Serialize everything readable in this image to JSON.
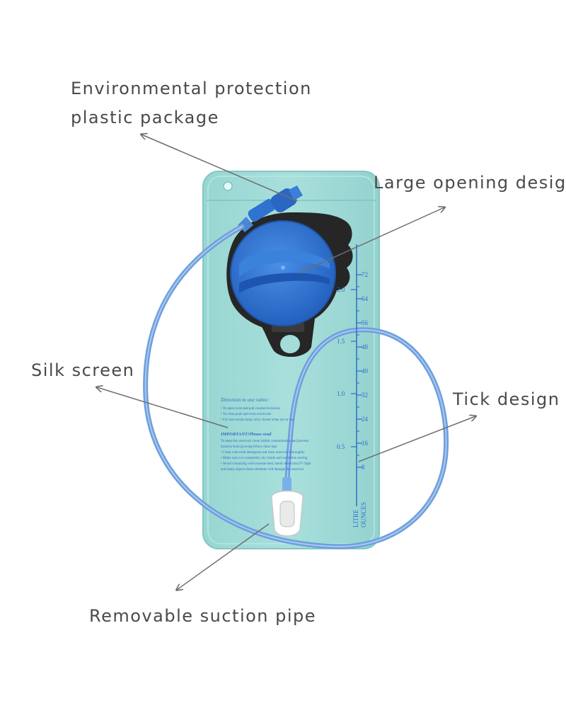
{
  "callouts": {
    "environmental_line1": "Environmental protection",
    "environmental_line2": "plastic package",
    "large_opening": "Large opening design",
    "silk_screen": "Silk screen",
    "tick_design": "Tick design",
    "removable_pipe": "Removable suction pipe"
  },
  "bladder": {
    "direction_title": "Direction to use valve:",
    "direction_lines": [
      "• To open twist and pull counterclockwise",
      "• To close push and twist clockwise",
      "• For best results keep valve closed when not in use"
    ],
    "important_title": "IMPORTANT!Please read",
    "important_lines": [
      "To keep this reservoir clean inhibit contamination and prevent",
      "bacteria from growing follow these tips:",
      "• Clean with mild detergents and rinse reservoir thoroughly",
      "• Make sure it is completely dry inside and out before storing",
      "• Avoid contacting with extreme heat, harsh chemicals,UV light",
      "  and sharp objects these elements will damage the reservoir"
    ],
    "litre_label": "LITRE",
    "ounces_label": "OUNCES",
    "litre_ticks": [
      "2.0",
      "1.5",
      "1.0",
      "0.5"
    ],
    "ounce_ticks": [
      "72",
      "64",
      "56",
      "48",
      "40",
      "32",
      "24",
      "16",
      "8"
    ]
  },
  "colors": {
    "bladder": "#a3dcd8",
    "tube": "#6d9fdd",
    "cap": "#2f72d0",
    "cap_base": "#262626",
    "print": "#2a6fc9",
    "arrow": "#6e6e6e"
  }
}
